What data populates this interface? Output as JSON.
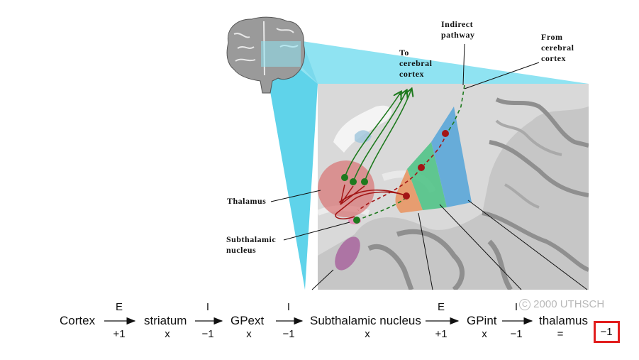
{
  "labels": {
    "indirect_pathway": [
      "Indirect",
      "pathway"
    ],
    "to_cortex": [
      "To",
      "cerebral",
      "cortex"
    ],
    "from_cortex": [
      "From",
      "cerebral",
      "cortex"
    ],
    "thalamus": "Thalamus",
    "subthalamic": [
      "Subthalamic",
      "nucleus"
    ]
  },
  "equation": {
    "nodes": [
      "Cortex",
      "striatum",
      "GPext",
      "Subthalamic nucleus",
      "GPint",
      "thalamus"
    ],
    "node_values": [
      "x",
      "x",
      "x",
      "x",
      "="
    ],
    "arrow_types": [
      "E",
      "I",
      "I",
      "E",
      "I"
    ],
    "arrow_signs": [
      "+1",
      "−1",
      "−1",
      "+1",
      "−1"
    ],
    "result": "−1"
  },
  "copyright": "2000 UTHSCH",
  "copyright_symbol": "C",
  "colors": {
    "projection_cyan": "#8fe3f2",
    "striatum_blue": "#5aa6d8",
    "gpext_green": "#55c48a",
    "gpint_orange": "#e89a6a",
    "thalamus_red": "#d96a6a",
    "stn_pink": "#e58bb5",
    "excitatory_green": "#1e7a1e",
    "inhibitory_red": "#a31515",
    "result_box": "#e21d1d"
  }
}
